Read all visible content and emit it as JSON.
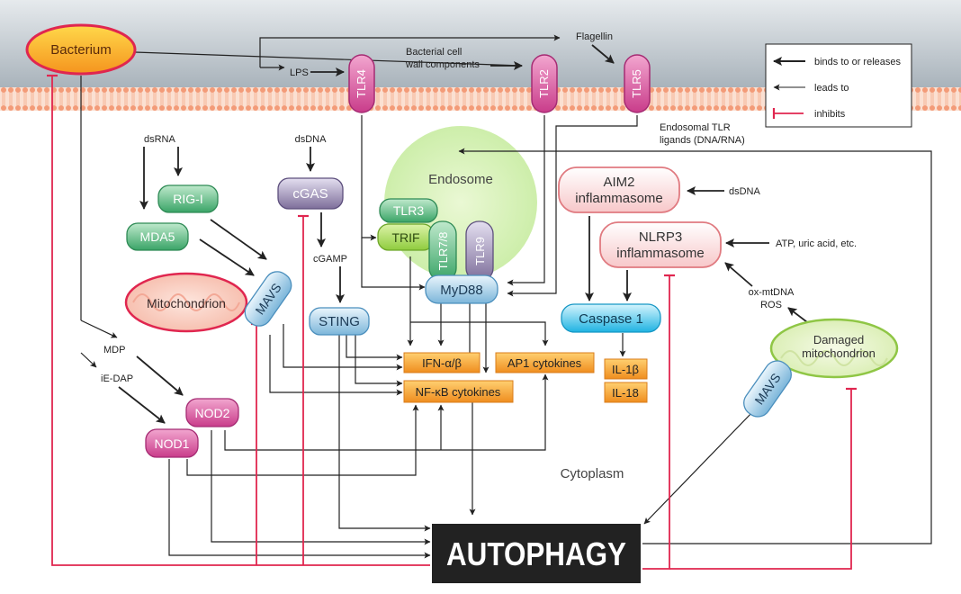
{
  "external_signals": {
    "flagellin": "Flagellin",
    "lps": "LPS",
    "bacterial_cell_wall_line1": "Bacterial cell",
    "bacterial_cell_wall_line2": "wall components",
    "endosomal_tlr_ligands_line1": "Endosomal TLR",
    "endosomal_tlr_ligands_line2": "ligands (DNA/RNA)"
  },
  "legend": {
    "binds": "binds to or releases",
    "leads": "leads to",
    "inhibits": "inhibits"
  },
  "nodes": {
    "bacterium": "Bacterium",
    "tlr4": "TLR4",
    "tlr2": "TLR2",
    "tlr5": "TLR5",
    "dsrna": "dsRNA",
    "dsdna_left": "dsDNA",
    "rig_i": "RIG-I",
    "mda5": "MDA5",
    "cgas": "cGAS",
    "cgamp": "cGAMP",
    "sting": "STING",
    "mitochondrion": "Mitochondrion",
    "mavs_left": "MAVS",
    "mavs_right": "MAVS",
    "endosome": "Endosome",
    "tlr3": "TLR3",
    "trif": "TRIF",
    "tlr78": "TLR7/8",
    "tlr9": "TLR9",
    "myd88": "MyD88",
    "aim2_line1": "AIM2",
    "aim2_line2": "inflammasome",
    "dsdna_right": "dsDNA",
    "nlrp3_line1": "NLRP3",
    "nlrp3_line2": "inflammasome",
    "atp": "ATP, uric acid, etc.",
    "caspase1": "Caspase 1",
    "ox_mtdna": "ox-mtDNA",
    "ros": "ROS",
    "damaged_mito_line1": "Damaged",
    "damaged_mito_line2": "mitochondrion",
    "ifn": "IFN-α/β",
    "ap1": "AP1 cytokines",
    "nfkb": "NF-κB cytokines",
    "il1b": "IL-1β",
    "il18": "IL-18",
    "mdp": "MDP",
    "iedap": "iE-DAP",
    "nod2": "NOD2",
    "nod1": "NOD1",
    "cytoplasm": "Cytoplasm",
    "autophagy": "AUTOPHAGY"
  },
  "colors": {
    "membrane_bg": "#bfc6cc",
    "membrane_band": "#f6b396",
    "inhibit": "#e0264f",
    "green": "#4caf76",
    "purple": "#7d6e9a",
    "blue": "#6aaed6",
    "cyan": "#22b9e6",
    "pink": "#d04a94",
    "orange": "#f5a02f"
  }
}
